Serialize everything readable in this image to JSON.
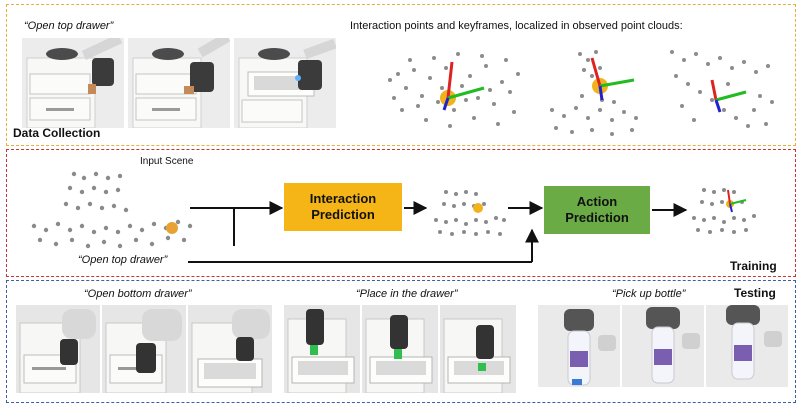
{
  "data_collection": {
    "instruction": "“Open top drawer”",
    "label": "Data Collection",
    "keyframes_caption": "Interaction points and keyframes, localized in observed point clouds:"
  },
  "training": {
    "input_scene_label": "Input Scene",
    "instruction": "“Open top drawer”",
    "interaction_box": "Interaction Prediction",
    "action_box": "Action Prediction",
    "label": "Training"
  },
  "testing": {
    "label": "Testing",
    "tasks": [
      "“Open bottom drawer”",
      "“Place in the drawer”",
      "“Pick up bottle”"
    ]
  },
  "colors": {
    "data_collection_border": "#e2b33b",
    "training_border": "#c9333b",
    "testing_border": "#3a5fa8",
    "interaction_box": "#f5b516",
    "action_box": "#6bab45"
  }
}
